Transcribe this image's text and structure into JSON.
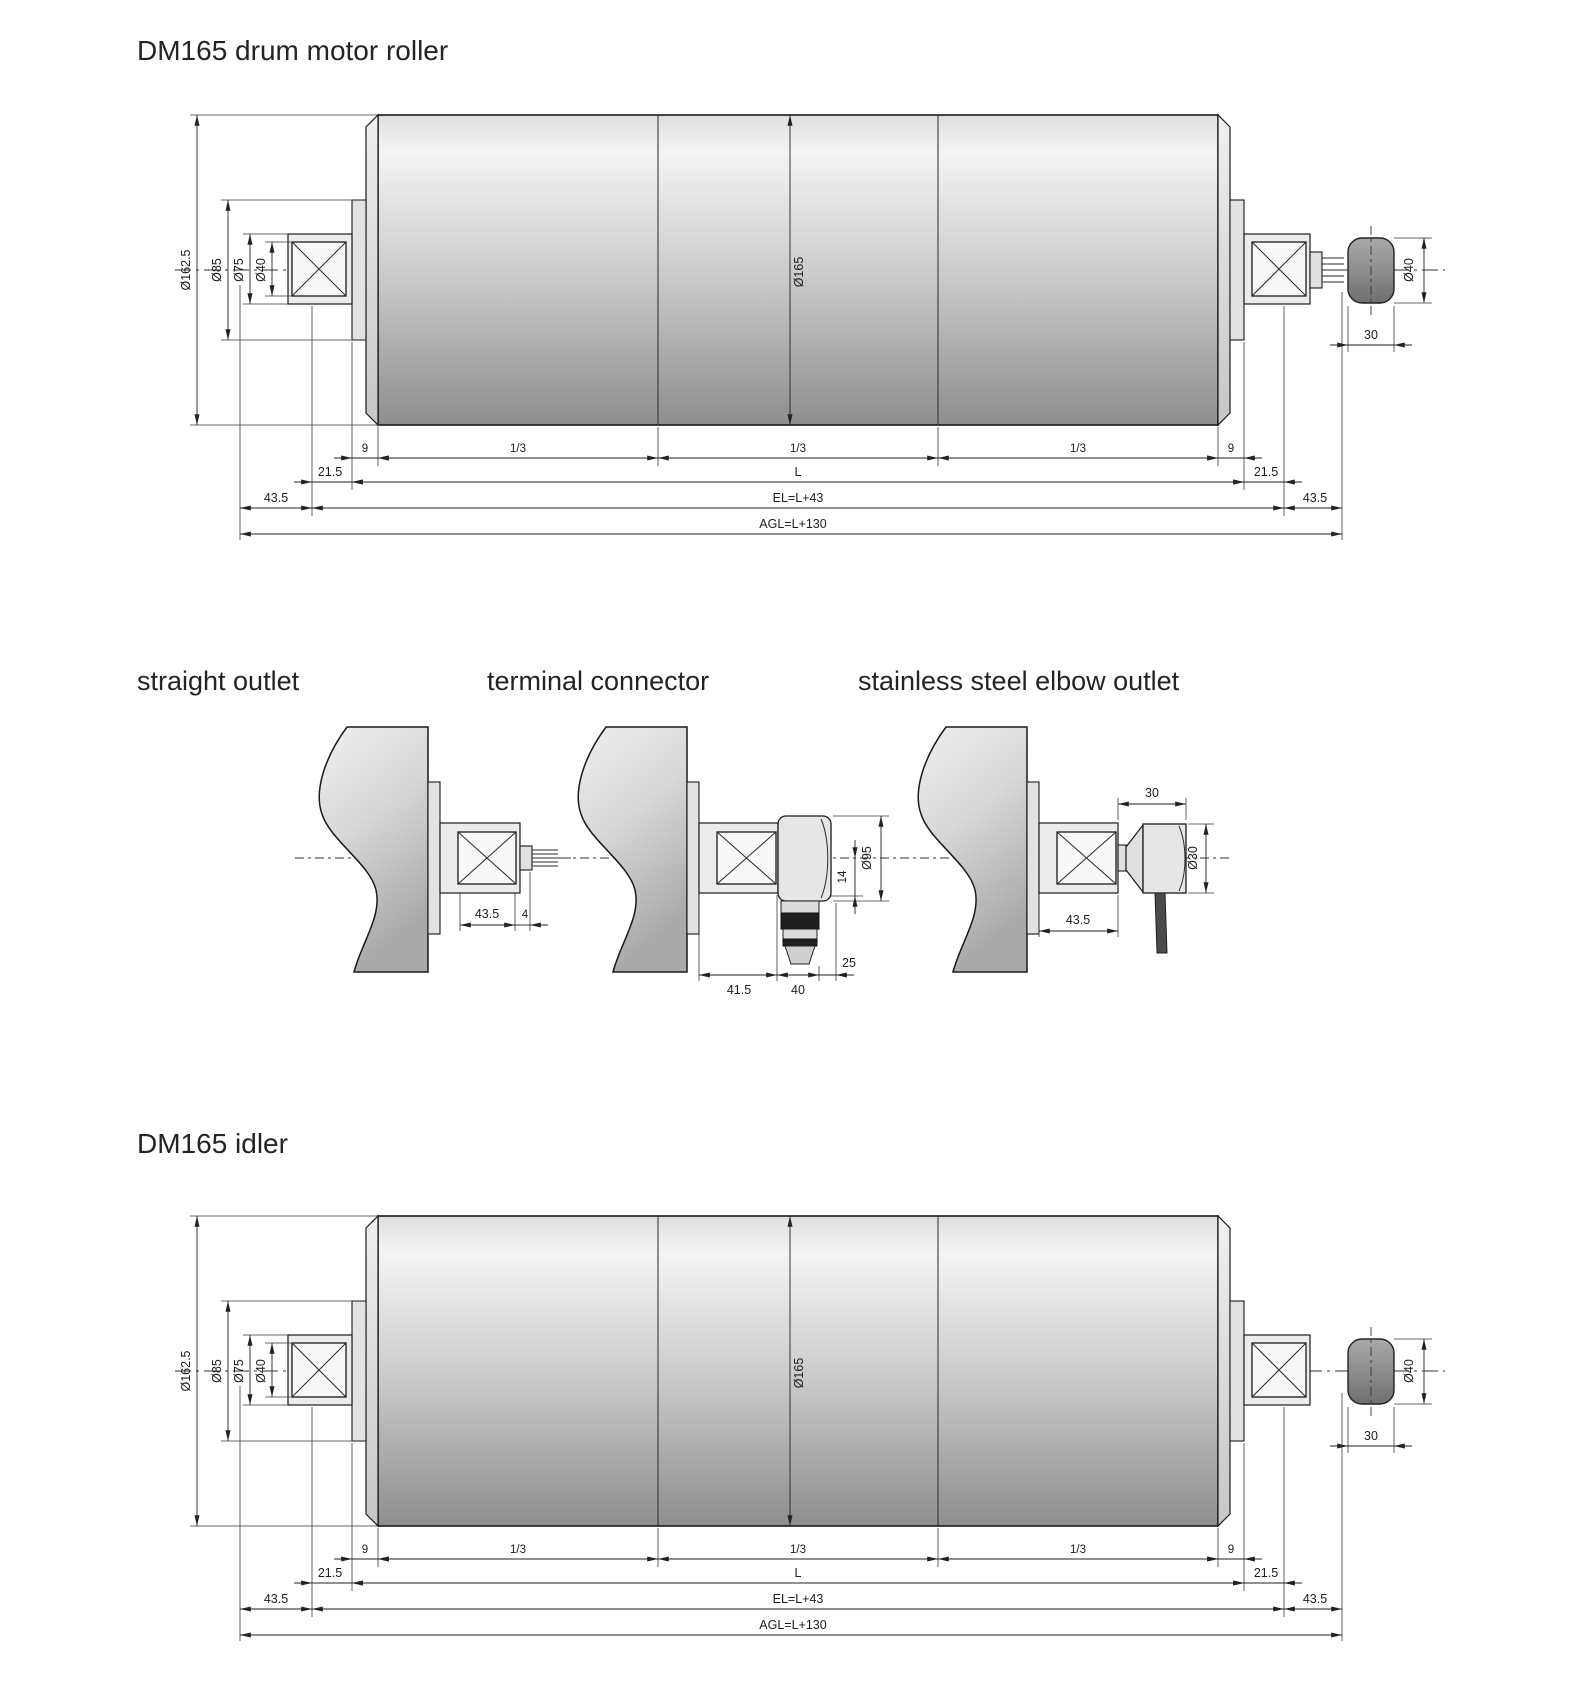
{
  "page": {
    "background": "#ffffff",
    "line_color": "#1a1a1a",
    "drum_fill_light": "#f4f4f4",
    "drum_fill_dark": "#8e8e8e"
  },
  "drum_section": {
    "title": "DM165 drum motor roller",
    "dims": {
      "dia_shell": "Ø162.5",
      "dia_85": "Ø85",
      "dia_75": "Ø75",
      "dia_40": "Ø40",
      "dia_tube": "Ø165",
      "dia_shaft_end": "Ø40",
      "len_30": "30",
      "n9_left": "9",
      "third_1": "1/3",
      "third_2": "1/3",
      "third_3": "1/3",
      "n9_right": "9",
      "n215_left": "21.5",
      "L": "L",
      "n215_right": "21.5",
      "n435_left": "43.5",
      "EL": "EL=L+43",
      "n435_right": "43.5",
      "AGL": "AGL=L+130"
    }
  },
  "idler_section": {
    "title": "DM165 idler",
    "dims": {
      "dia_shell": "Ø162.5",
      "dia_85": "Ø85",
      "dia_75": "Ø75",
      "dia_40": "Ø40",
      "dia_tube": "Ø165",
      "dia_shaft_end": "Ø40",
      "len_30": "30",
      "n9_left": "9",
      "third_1": "1/3",
      "third_2": "1/3",
      "third_3": "1/3",
      "n9_right": "9",
      "n215_left": "21.5",
      "L": "L",
      "n215_right": "21.5",
      "n435_left": "43.5",
      "EL": "EL=L+43",
      "n435_right": "43.5",
      "AGL": "AGL=L+130"
    }
  },
  "outlet_sections": {
    "straight": {
      "title": "straight outlet",
      "dims": {
        "n435": "43.5",
        "n4": "4"
      }
    },
    "terminal": {
      "title": "terminal connector",
      "dims": {
        "n415": "41.5",
        "n40": "40",
        "n25": "25",
        "dia95": "Ø95",
        "n14": "14"
      }
    },
    "elbow": {
      "title": "stainless steel elbow outlet",
      "dims": {
        "n435": "43.5",
        "n30": "30",
        "dia30": "Ø30"
      }
    }
  }
}
